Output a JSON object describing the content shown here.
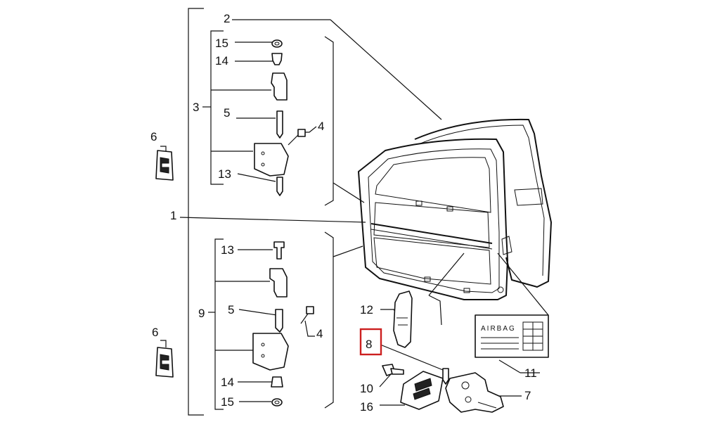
{
  "callouts": {
    "c1": "1",
    "c2": "2",
    "c3": "3",
    "c4a": "4",
    "c4b": "4",
    "c5a": "5",
    "c5b": "5",
    "c6a": "6",
    "c6b": "6",
    "c7": "7",
    "c8": "8",
    "c9": "9",
    "c10": "10",
    "c11": "11",
    "c12": "12",
    "c13a": "13",
    "c13b": "13",
    "c14a": "14",
    "c14b": "14",
    "c15a": "15",
    "c15b": "15",
    "c16": "16"
  },
  "airbag_label": "AIRBAG",
  "highlight": {
    "callout": "8",
    "color": "#cc1f1f"
  }
}
